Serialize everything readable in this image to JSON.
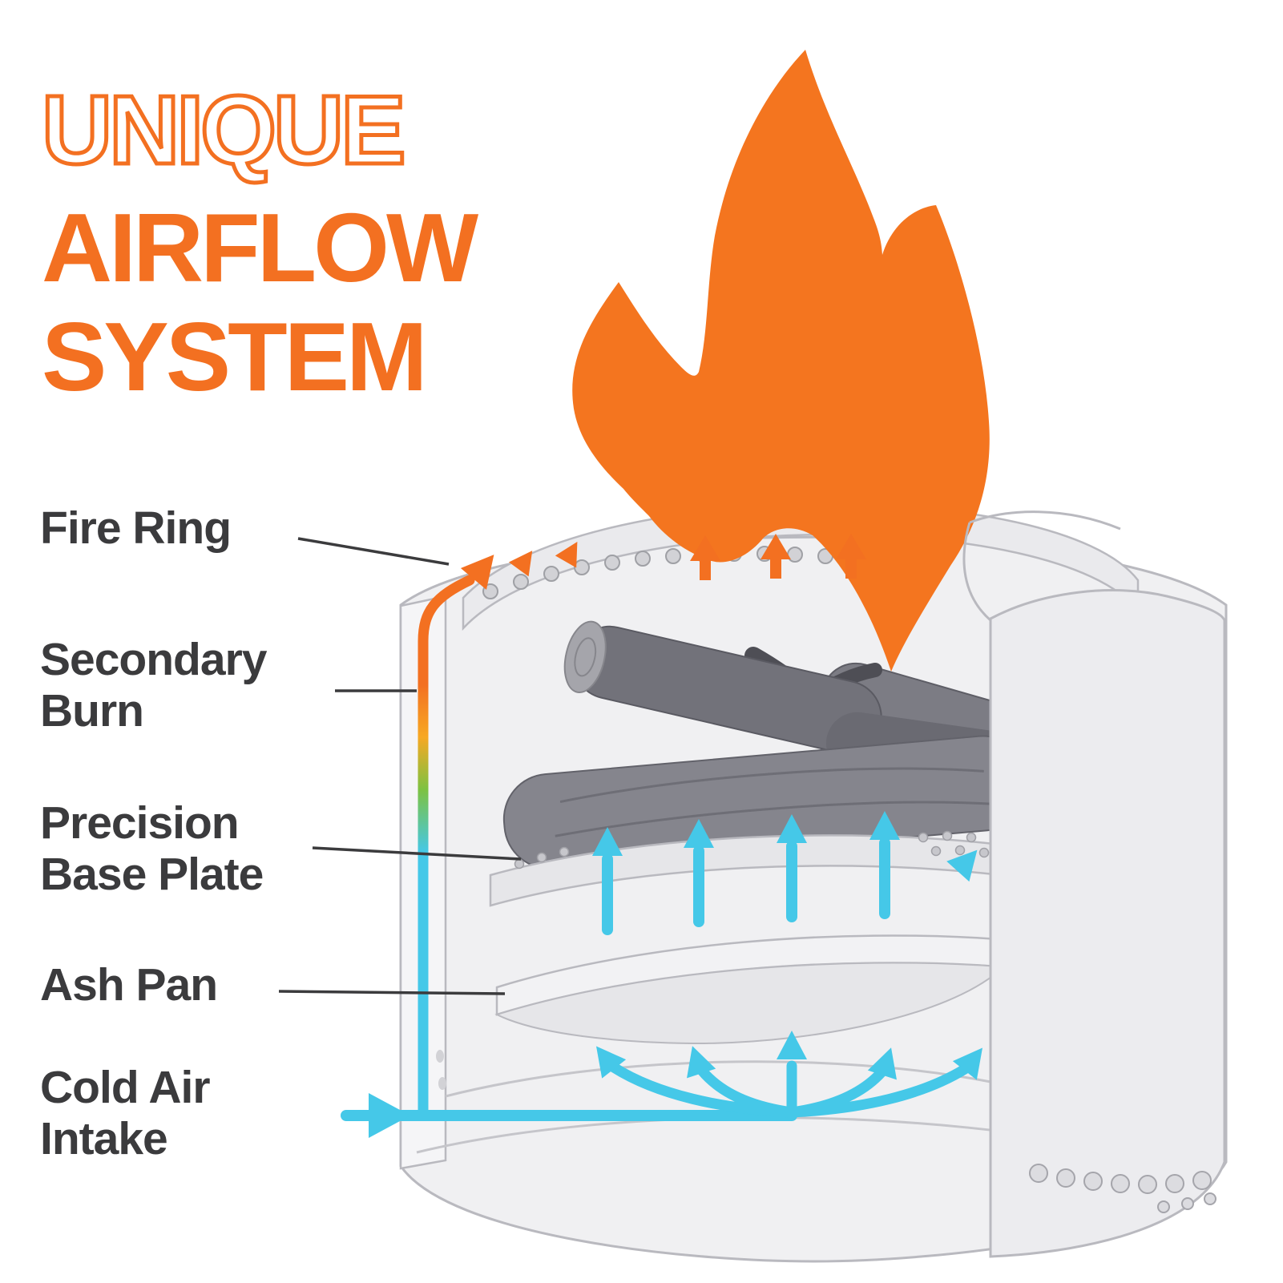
{
  "title": {
    "line1": "UNIQUE",
    "line2": "AIRFLOW",
    "line3": "SYSTEM"
  },
  "labels": {
    "fire_ring": {
      "line1": "Fire Ring"
    },
    "secondary_burn": {
      "line1": "Secondary",
      "line2": "Burn"
    },
    "precision_base_plate": {
      "line1": "Precision",
      "line2": "Base Plate"
    },
    "ash_pan": {
      "line1": "Ash Pan"
    },
    "cold_air_intake": {
      "line1": "Cold Air",
      "line2": "Intake"
    }
  },
  "colors": {
    "accent_orange": "#F37021",
    "flame_orange": "#F4751F",
    "airflow_cyan": "#45C8E8",
    "label_text": "#3B3B3D",
    "stove_body": "#F0F0F2",
    "stove_outline": "#B9B9BF",
    "log_gray": "#85858D"
  }
}
